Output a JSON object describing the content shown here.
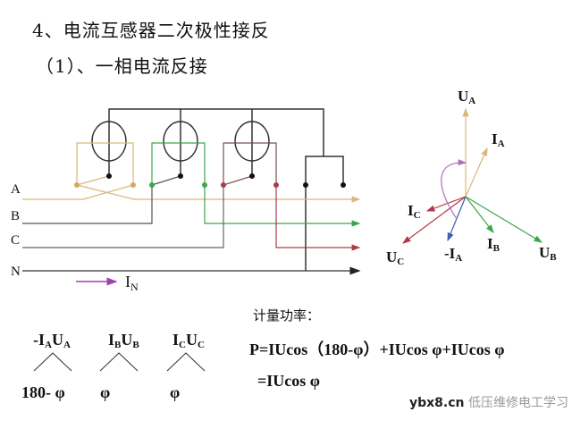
{
  "header": {
    "title": "4、电流互感器二次极性接反",
    "subtitle": "（1）、一相电流反接"
  },
  "circuit": {
    "phases": [
      {
        "label": "A",
        "color": "#d9b77a"
      },
      {
        "label": "B",
        "color": "#3aa84a"
      },
      {
        "label": "C",
        "color": "#b03a48"
      },
      {
        "label": "N",
        "color": "#222222"
      }
    ],
    "neutral_current": {
      "symbol": "I",
      "sub": "N",
      "color": "#a040b0"
    },
    "ct_count": 3
  },
  "phasor": {
    "vectors": [
      {
        "name": "U",
        "sub": "A",
        "prefix": "",
        "color": "#d9b77a"
      },
      {
        "name": "I",
        "sub": "A",
        "prefix": "",
        "color": "#d9b77a"
      },
      {
        "name": "I",
        "sub": "C",
        "prefix": "",
        "color": "#b03a48"
      },
      {
        "name": "U",
        "sub": "C",
        "prefix": "",
        "color": "#b03a48"
      },
      {
        "name": "I",
        "sub": "A",
        "prefix": "-",
        "color": "#3a5fb0"
      },
      {
        "name": "I",
        "sub": "B",
        "prefix": "",
        "color": "#3aa84a"
      },
      {
        "name": "U",
        "sub": "B",
        "prefix": "",
        "color": "#3aa84a"
      }
    ],
    "arc_color": "#b070c0"
  },
  "angles": [
    {
      "pair": {
        "i_prefix": "-",
        "i": "I",
        "i_sub": "A",
        "u": "U",
        "u_sub": "A"
      },
      "value": "180- φ"
    },
    {
      "pair": {
        "i_prefix": "",
        "i": "I",
        "i_sub": "B",
        "u": "U",
        "u_sub": "B"
      },
      "value": "φ"
    },
    {
      "pair": {
        "i_prefix": "",
        "i": "I",
        "i_sub": "C",
        "u": "U",
        "u_sub": "C"
      },
      "value": "φ"
    }
  ],
  "power": {
    "label": "计量功率：",
    "formula_line1": "P=IUcos（180-φ）+IUcos φ+IUcos φ",
    "formula_line2": "=IUcos φ"
  },
  "watermark": {
    "site": "ybx8.cn",
    "text": "低压维修电工学习"
  }
}
